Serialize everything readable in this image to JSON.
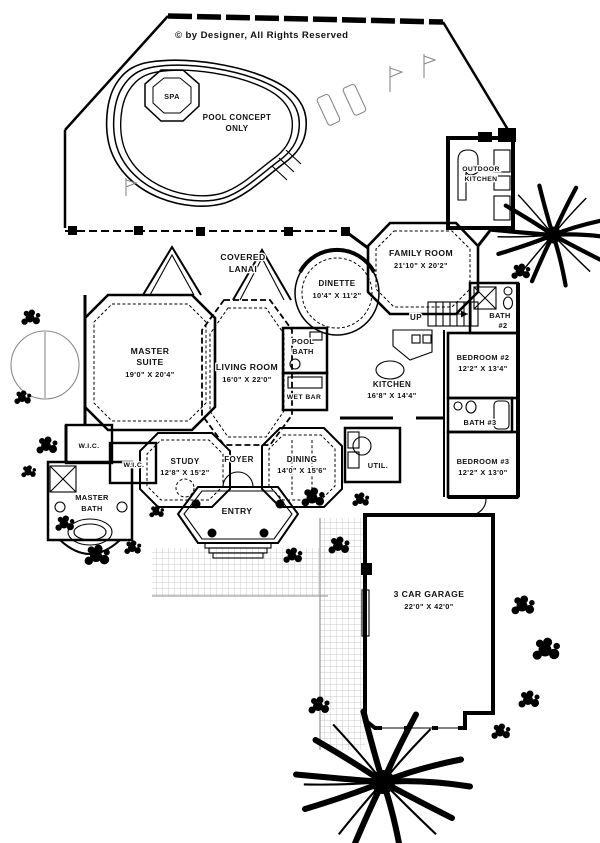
{
  "copyright": "© by Designer, All Rights Reserved",
  "colors": {
    "ink": "#000000",
    "paper": "#ffffff",
    "hatch": "#b9b9b9"
  },
  "rooms": {
    "spa": {
      "name": "SPA"
    },
    "pool": {
      "line1": "POOL CONCEPT",
      "line2": "ONLY"
    },
    "outdoor_kitchen": {
      "line1": "OUTDOOR",
      "line2": "KITCHEN"
    },
    "covered_lanai": {
      "line1": "COVERED",
      "line2": "LANAI"
    },
    "family_room": {
      "name": "FAMILY ROOM",
      "dims": "21'10\" X 20'2\""
    },
    "dinette": {
      "name": "DINETTE",
      "dims": "10'4\" X 11'2\""
    },
    "kitchen": {
      "name": "KITCHEN",
      "dims": "16'8\" X 14'4\""
    },
    "master_suite": {
      "line1": "MASTER",
      "line2": "SUITE",
      "dims": "19'0\" X 20'4\""
    },
    "living_room": {
      "name": "LIVING ROOM",
      "dims": "16'0\" X 22'0\""
    },
    "pool_bath": {
      "line1": "POOL",
      "line2": "BATH"
    },
    "wet_bar": {
      "name": "WET BAR"
    },
    "stairs": {
      "name": "UP"
    },
    "bath2": {
      "line1": "BATH",
      "line2": "#2"
    },
    "bedroom2": {
      "name": "BEDROOM #2",
      "dims": "12'2\" X 13'4\""
    },
    "bath3": {
      "name": "BATH #3"
    },
    "bedroom3": {
      "name": "BEDROOM #3",
      "dims": "12'2\" X 13'0\""
    },
    "wic1": {
      "name": "W.I.C."
    },
    "wic2": {
      "name": "W.I.C."
    },
    "master_bath": {
      "line1": "MASTER",
      "line2": "BATH"
    },
    "study": {
      "name": "STUDY",
      "dims": "12'8\" X 15'2\""
    },
    "foyer": {
      "name": "FOYER"
    },
    "dining": {
      "name": "DINING",
      "dims": "14'0\" X 15'6\""
    },
    "util": {
      "name": "UTIL."
    },
    "entry": {
      "name": "ENTRY"
    },
    "garage": {
      "name": "3 CAR GARAGE",
      "dims": "22'0\" X 42'0\""
    }
  }
}
